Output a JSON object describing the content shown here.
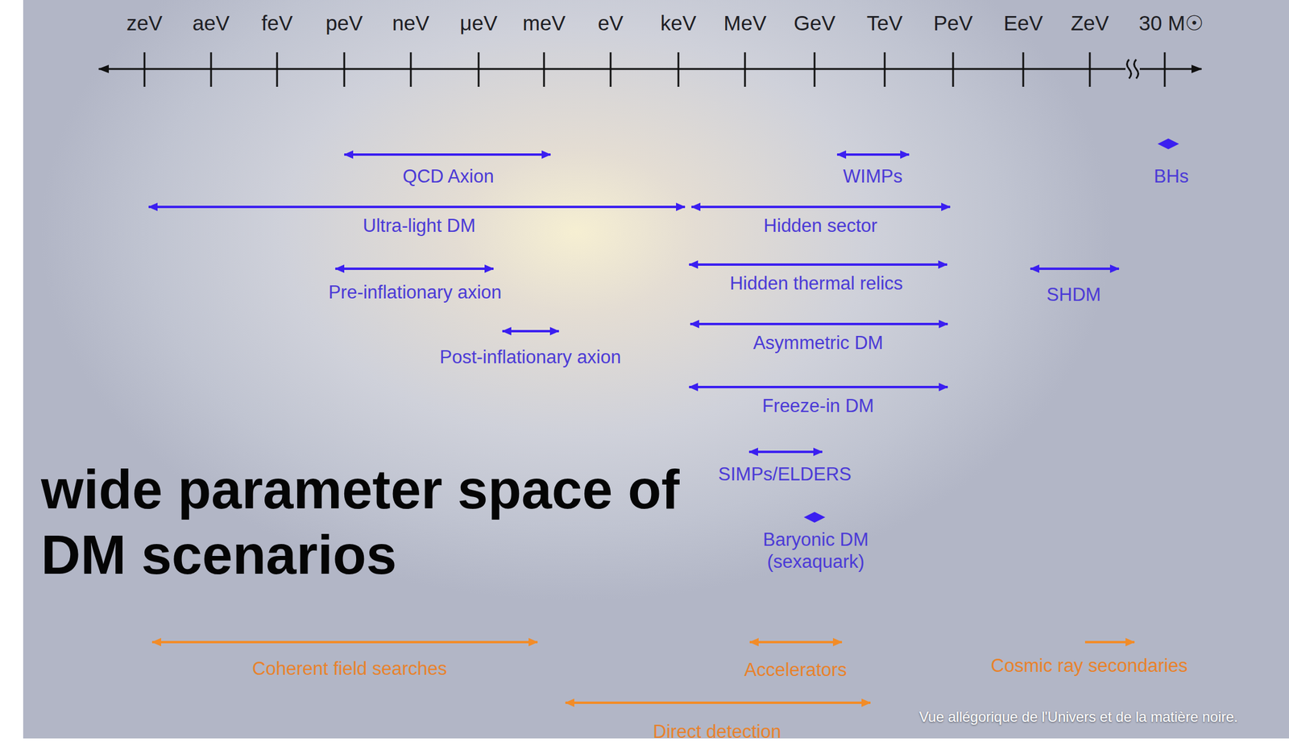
{
  "diagram": {
    "title": "wide parameter space of DM scenarios",
    "labels": [
      "zeV",
      "aeV",
      "feV",
      "peV",
      "neV",
      "μeV",
      "meV",
      "eV",
      "keV",
      "MeV",
      "GeV",
      "TeV",
      "PeV",
      "EeV",
      "ZeV",
      "30 M☉",
      "QCD Axion",
      "WIMPs",
      "BHs",
      "Ultra-light DM",
      "Hidden sector",
      "Pre-inflationary axion",
      "Hidden thermal relics",
      "SHDM",
      "Post-inflationary axion",
      "Asymmetric DM",
      "Freeze-in DM",
      "SIMPs/ELDERS",
      "Baryonic DM (sexaquark)",
      "Coherent field searches",
      "Accelerators",
      "Cosmic ray secondaries",
      "Direct detection",
      "Vue allégorique de l'Univers et de la matière noire."
    ]
  }
}
